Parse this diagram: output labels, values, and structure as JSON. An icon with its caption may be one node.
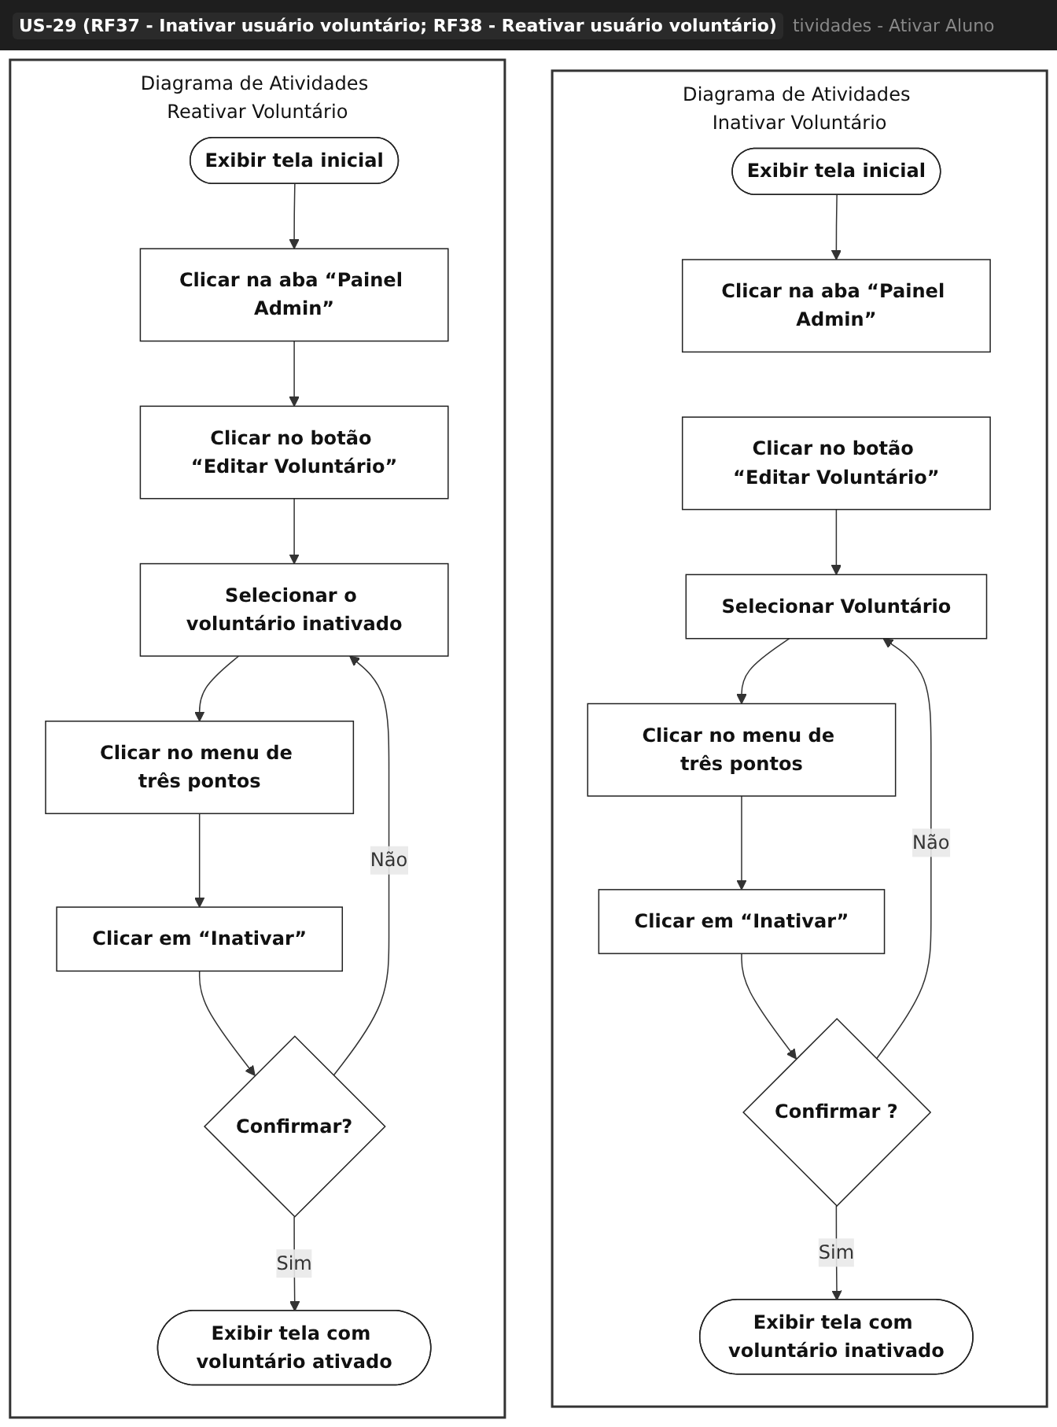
{
  "diagram": {
    "title": "US-29 (RF37 - Inativar usuário voluntário; RF38 - Reativar usuário voluntário)",
    "nodes": [
      {
        "text": [
          "Diagrama de Atividades Inativar Voluntário"
        ]
      },
      {
        "text": [
          "Exibir tela inicial"
        ],
        "in": 0
      },
      {
        "text": [
          "Clicar na aba “Painel Admin”"
        ],
        "in": 0
      },
      {
        "text": [
          "Clicar no botão “Editar Voluntário”"
        ],
        "in": 0
      },
      {
        "text": [
          "Selecionar Voluntário"
        ],
        "in": 0
      },
      {
        "text": [
          "Clicar no menu de três pontos"
        ],
        "in": 0
      },
      {
        "text": [
          "Clicar em “Inativar”"
        ],
        "in": 0
      },
      {
        "text": [
          "Confirmar ?"
        ],
        "in": 0
      },
      {
        "text": [
          "Exibir tela com voluntário inativado"
        ],
        "in": 0
      },
      {
        "text": [
          "Diagrama de Atividades Reativar Voluntário"
        ]
      },
      {
        "text": [
          "Exibir tela inicial"
        ],
        "in": 9
      },
      {
        "text": [
          "Clicar na aba “Painel Admin”"
        ],
        "in": 9
      },
      {
        "text": [
          "Clicar no botão “Editar Voluntário”"
        ],
        "in": 9
      },
      {
        "text": [
          "Selecionar o voluntário inativado"
        ],
        "in": 9
      },
      {
        "text": [
          "Clicar no menu de três pontos"
        ],
        "in": 9
      },
      {
        "text": [
          "Clicar em “Inativar”"
        ],
        "in": 9
      },
      {
        "text": [
          "Confirmar?"
        ],
        "in": 9
      },
      {
        "text": [
          "Exibir tela com voluntário ativado"
        ],
        "in": 9
      }
    ],
    "edges": [
      {
        "from": 1,
        "to": 2,
        "arrow": "to"
      },
      {
        "from": 3,
        "to": 4,
        "arrow": "to"
      },
      {
        "from": 4,
        "to": 5,
        "arrow": "to"
      },
      {
        "from": 5,
        "to": 6,
        "arrow": "to"
      },
      {
        "from": 6,
        "to": 7,
        "arrow": "to"
      },
      {
        "from": 7,
        "to": 8,
        "arrow": "to",
        "label": "Sim"
      },
      {
        "from": 7,
        "to": 4,
        "arrow": "to",
        "label": "Não"
      },
      {
        "from": 10,
        "to": 11,
        "arrow": "to"
      },
      {
        "from": 11,
        "to": 12,
        "arrow": "to"
      },
      {
        "from": 12,
        "to": 13,
        "arrow": "to"
      },
      {
        "from": 13,
        "to": 14,
        "arrow": "to"
      },
      {
        "from": 14,
        "to": 15,
        "arrow": "to"
      },
      {
        "from": 15,
        "to": 16,
        "arrow": "to"
      },
      {
        "from": 16,
        "to": 17,
        "arrow": "to",
        "label": "Sim"
      },
      {
        "from": 16,
        "to": 13,
        "arrow": "to",
        "label": "Não"
      }
    ],
    "labels": [
      "tividades - Ativar Aluno"
    ]
  }
}
